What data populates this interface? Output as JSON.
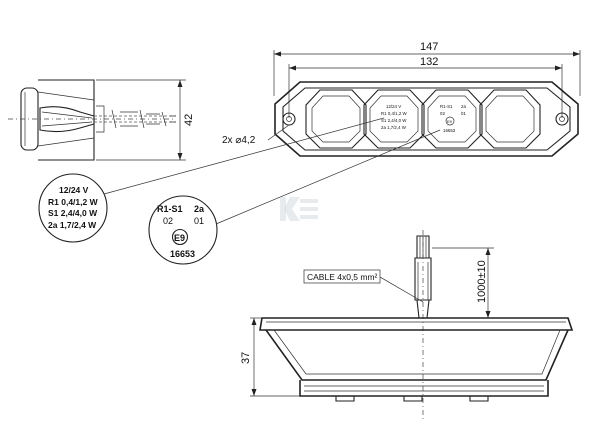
{
  "dimensions": {
    "overall_width": "147",
    "hole_spacing": "132",
    "height": "42",
    "holes": "2x ⌀4,2",
    "cable_length": "1000±10",
    "depth": "37"
  },
  "cable_label": "CABLE 4x0,5 mm²",
  "marking_callout": {
    "voltage": "12/24 V",
    "r1": "R1 0,4/1,2 W",
    "s1": "S1 2,4/4,0 W",
    "a2": "2a 1,7/2,4 W"
  },
  "approval_callout": {
    "header_left": "R1-S1",
    "header_right": "2a",
    "code_left": "02",
    "code_right": "01",
    "mark": "E9",
    "number": "16653"
  },
  "lamp_marking": {
    "voltage": "12/24 V",
    "r1": "R1 0,4/1,2 W",
    "s1": "S1 2,4/4,0 W",
    "a2": "2a 1,7/2,4 W",
    "header_left": "R1-S1",
    "header_right": "2a",
    "code_left": "02",
    "code_right": "01",
    "mark": "E9",
    "number": "16653"
  },
  "icons": {
    "approval_mark": "e-mark-circle-icon",
    "watermark": "brand-logo-watermark-icon"
  }
}
